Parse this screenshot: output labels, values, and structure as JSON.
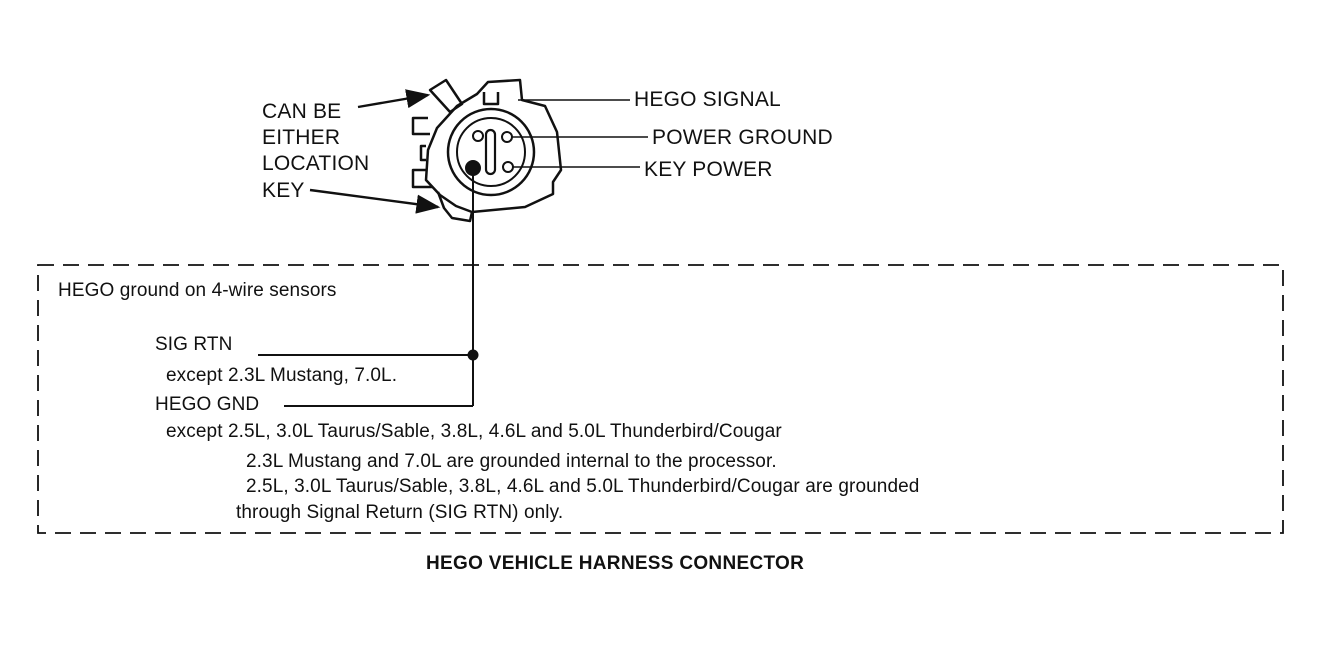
{
  "connector_labels": {
    "key_note": [
      "CAN BE",
      "EITHER",
      "LOCATION",
      "KEY"
    ],
    "hego_signal": "HEGO SIGNAL",
    "power_ground": "POWER GROUND",
    "key_power": "KEY POWER"
  },
  "box": {
    "heading": "HEGO ground on 4-wire sensors",
    "sig_rtn": "SIG RTN",
    "sig_rtn_note": "except 2.3L Mustang, 7.0L.",
    "hego_gnd": "HEGO GND",
    "hego_gnd_note": "except 2.5L, 3.0L Taurus/Sable, 3.8L, 4.6L and 5.0L Thunderbird/Cougar",
    "footnote_1": "2.3L Mustang and 7.0L are grounded internal to the processor.",
    "footnote_2": "2.5L, 3.0L Taurus/Sable, 3.8L, 4.6L and 5.0L Thunderbird/Cougar are grounded",
    "footnote_3": "through Signal Return (SIG RTN) only."
  },
  "caption": "HEGO VEHICLE HARNESS  CONNECTOR"
}
